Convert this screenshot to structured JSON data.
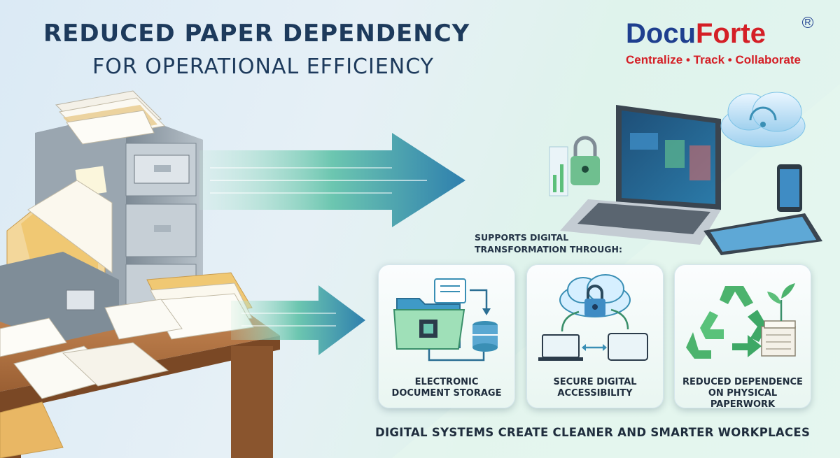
{
  "title": {
    "line1": "REDUCED PAPER DEPENDENCY",
    "line2": "FOR OPERATIONAL EFFICIENCY"
  },
  "logo": {
    "docu": "Docu",
    "forte": "Forte",
    "registered": "R",
    "tagline": "Centralize • Track • Collaborate",
    "colors": {
      "docu": "#1f3f8f",
      "forte": "#d41f26"
    }
  },
  "supports": {
    "line1": "SUPPORTS DIGITAL",
    "line2": "TRANSFORMATION THROUGH:"
  },
  "cards": [
    {
      "icon": "folder-chip-database-icon",
      "line1": "ELECTRONIC",
      "line2": "DOCUMENT STORAGE"
    },
    {
      "icon": "cloud-lock-devices-icon",
      "line1": "SECURE DIGITAL",
      "line2": "ACCESSIBILITY"
    },
    {
      "icon": "recycle-plant-icon",
      "line1": "REDUCED DEPENDENCE",
      "line2": "ON PHYSICAL PAPERWORK"
    }
  ],
  "footer": "DIGITAL SYSTEMS CREATE CLEANER AND SMARTER WORKPLACES",
  "colors": {
    "title": "#1d3a5c",
    "arrow": "#3a8fb5",
    "accent_green": "#5cbf7a"
  }
}
